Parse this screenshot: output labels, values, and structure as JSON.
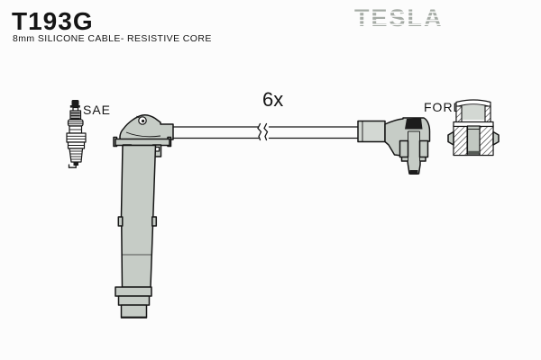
{
  "header": {
    "part_number": "T193G",
    "subtitle": "8mm SILICONE CABLE- RESISTIVE CORE",
    "brand": "TESLA"
  },
  "diagram": {
    "plug_standard_label": "SAE",
    "quantity_label": "6x",
    "vehicle_label": "FORD"
  },
  "colors": {
    "part_fill": "#c6ccc6",
    "part_fill_light": "#d3d8d3",
    "outline": "#151515",
    "brand_gray": "#a5aba5",
    "background": "#fcfcfc"
  }
}
